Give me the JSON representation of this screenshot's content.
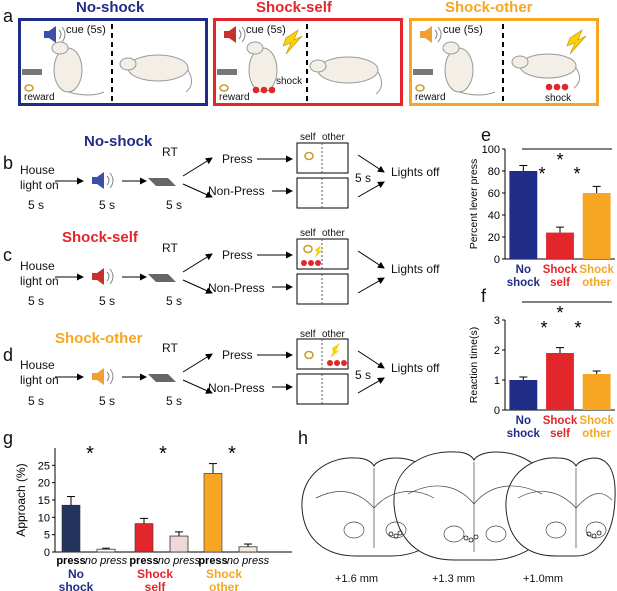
{
  "colors": {
    "blue": "#1f2d87",
    "red": "#e3262b",
    "orange": "#f6a623",
    "navy_bar": "#22345e",
    "red_light": "#efd9d8",
    "orange_light": "#f5eadb"
  },
  "panel_labels": [
    "a",
    "b",
    "c",
    "d",
    "e",
    "f",
    "g",
    "h"
  ],
  "panel_a": {
    "conditions": [
      {
        "title": "No-shock",
        "cue": "cue (5s)",
        "reward": "reward",
        "shock": ""
      },
      {
        "title": "Shock-self",
        "cue": "cue (5s)",
        "reward": "reward",
        "shock": "shock"
      },
      {
        "title": "Shock-other",
        "cue": "cue (5s)",
        "reward": "reward",
        "shock": "shock"
      }
    ]
  },
  "timeline": {
    "house": "House",
    "light_on": "light on",
    "dur": "5 s",
    "rt": "RT",
    "press": "Press",
    "nonpress": "Non-Press",
    "self": "self",
    "other": "other",
    "lights_off": "Lights off",
    "rows": [
      {
        "title": "No-shock"
      },
      {
        "title": "Shock-self"
      },
      {
        "title": "Shock-other"
      }
    ]
  },
  "chart_data": [
    {
      "id": "e",
      "type": "bar",
      "ylabel": "Percent lever press",
      "ylim": [
        0,
        100
      ],
      "yticks": [
        0,
        20,
        40,
        60,
        80,
        100
      ],
      "categories": [
        [
          "No",
          "shock"
        ],
        [
          "Shock",
          "self"
        ],
        [
          "Shock",
          "other"
        ]
      ],
      "values": [
        80,
        24,
        60
      ],
      "errors": [
        5,
        5,
        6
      ],
      "significance": "*"
    },
    {
      "id": "f",
      "type": "bar",
      "ylabel": "Reaction time(s)",
      "ylim": [
        0,
        3
      ],
      "yticks": [
        0,
        1,
        2,
        3
      ],
      "categories": [
        [
          "No",
          "shock"
        ],
        [
          "Shock",
          "self"
        ],
        [
          "Shock",
          "other"
        ]
      ],
      "values": [
        1.0,
        1.9,
        1.2
      ],
      "errors": [
        0.1,
        0.18,
        0.1
      ],
      "significance": "*"
    },
    {
      "id": "g",
      "type": "bar",
      "ylabel": "Approach (%)",
      "ylim": [
        0,
        30
      ],
      "yticks": [
        0,
        5,
        10,
        15,
        20,
        25
      ],
      "bar_labels": [
        "press",
        "no press"
      ],
      "groups": [
        {
          "name": [
            "No",
            "shock"
          ],
          "press": 13.5,
          "press_err": 2.5,
          "nopress": 0.8,
          "nopress_err": 0.3
        },
        {
          "name": [
            "Shock",
            "self"
          ],
          "press": 8.2,
          "press_err": 1.5,
          "nopress": 4.6,
          "nopress_err": 1.2
        },
        {
          "name": [
            "Shock",
            "other"
          ],
          "press": 22.7,
          "press_err": 2.8,
          "nopress": 1.5,
          "nopress_err": 0.8
        }
      ],
      "significance": "*"
    }
  ],
  "panel_h": {
    "labels": [
      "+1.6 mm",
      "+1.3 mm",
      "+1.0mm"
    ]
  }
}
